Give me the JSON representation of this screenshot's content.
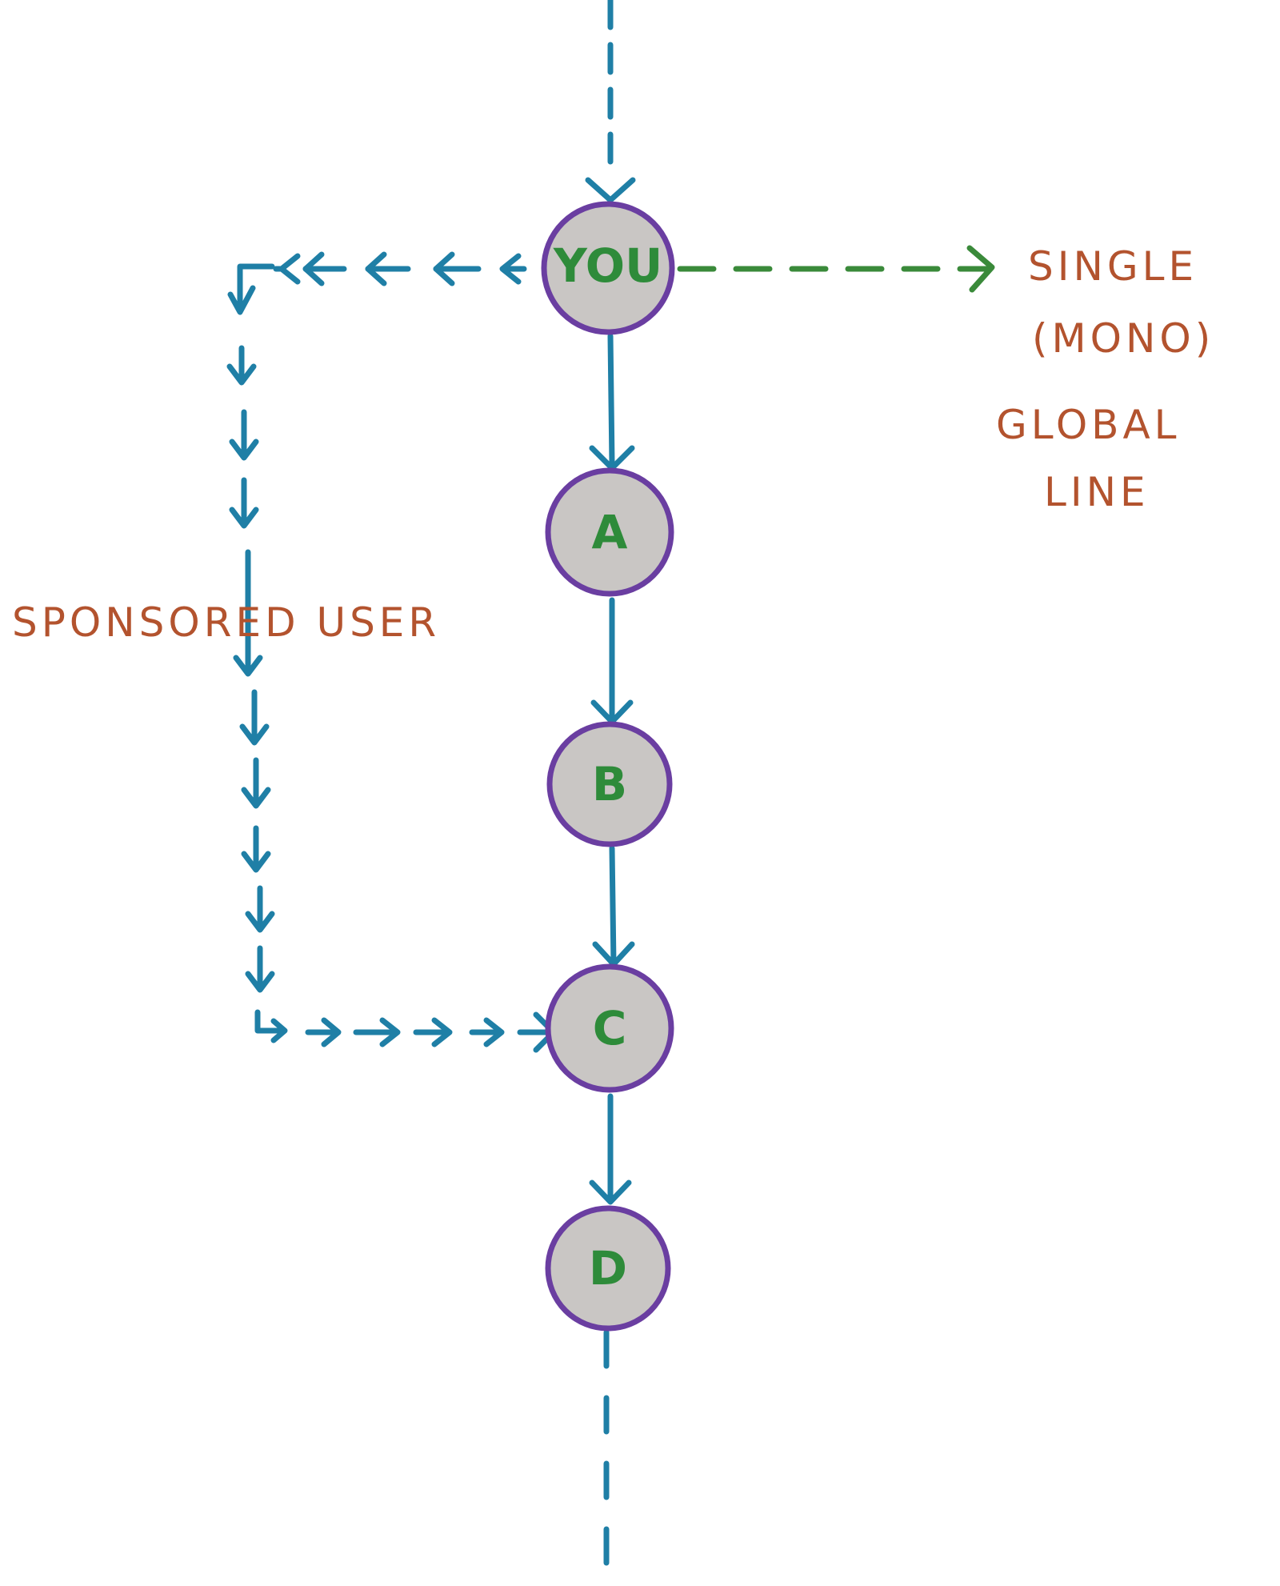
{
  "diagram": {
    "nodes": [
      {
        "id": "you",
        "label": "YOU"
      },
      {
        "id": "a",
        "label": "A"
      },
      {
        "id": "b",
        "label": "B"
      },
      {
        "id": "c",
        "label": "C"
      },
      {
        "id": "d",
        "label": "D"
      }
    ],
    "notes": {
      "single_line": [
        "SINGLE",
        "(MONO)",
        "GLOBAL",
        "LINE"
      ],
      "sponsored": "SPONSORED USER"
    },
    "colors": {
      "line_blue": "#1f7fa6",
      "line_green": "#3a8a3a",
      "node_fill": "#c9c6c4",
      "node_stroke": "#6a3ea1",
      "node_text": "#2e8b3a",
      "note_text": "#b3532e"
    }
  }
}
